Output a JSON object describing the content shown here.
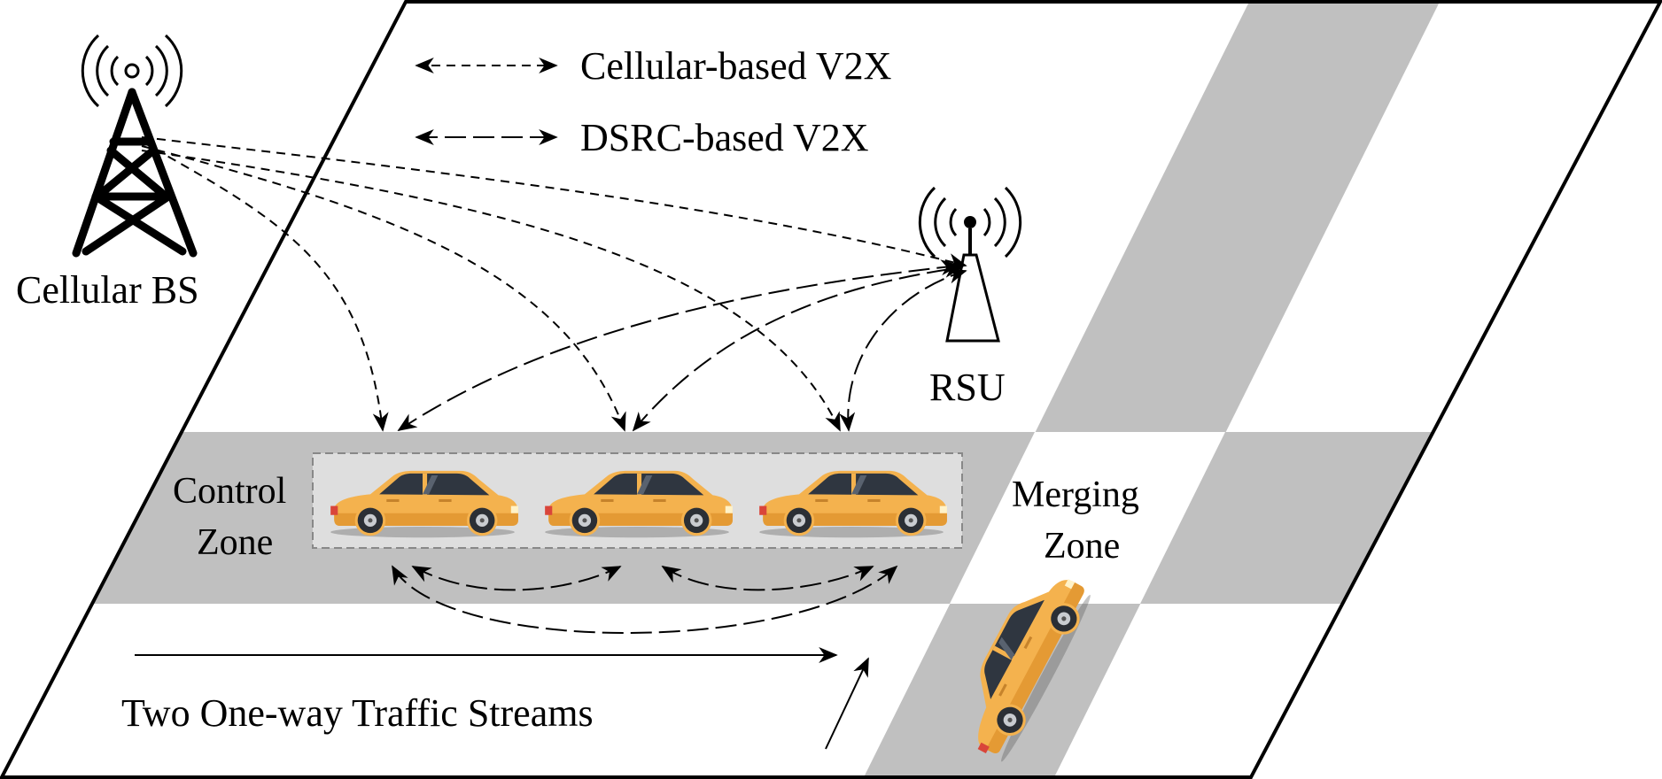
{
  "legend": {
    "cellular": "Cellular-based V2X",
    "dsrc": "DSRC-based V2X"
  },
  "labels": {
    "cellular_bs": "Cellular BS",
    "rsu": "RSU",
    "control_zone_line1": "Control",
    "control_zone_line2": "Zone",
    "merging_zone_line1": "Merging",
    "merging_zone_line2": "Zone",
    "traffic_streams": "Two One-way Traffic Streams"
  },
  "icons": {
    "tower": "cellular-tower-icon",
    "rsu": "rsu-antenna-icon",
    "car": "car-icon"
  },
  "colors": {
    "road": "#c0c0c0",
    "car_body": "#f4b24e",
    "platoon_box": "#dedede"
  }
}
